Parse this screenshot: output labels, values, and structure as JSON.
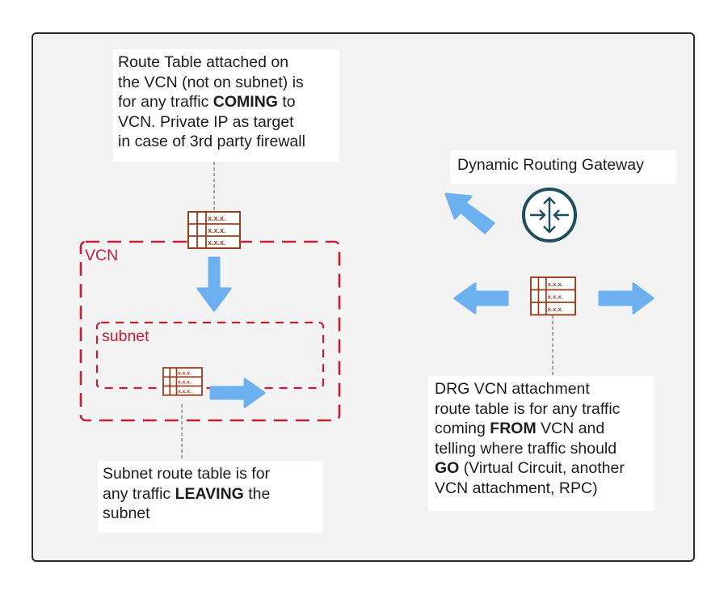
{
  "notes": {
    "vcn_route_table": {
      "line1": "Route Table attached on",
      "line2": "the VCN (not on subnet) is",
      "line3_pre": "for any traffic ",
      "line3_bold": "COMING",
      "line3_post": " to",
      "line4": "VCN. Private IP as target",
      "line5": "in case of 3rd party firewall"
    },
    "drg_title": "Dynamic Routing Gateway",
    "subnet_route_table": {
      "line1": "Subnet route table is for",
      "line2_pre": "any traffic ",
      "line2_bold": "LEAVING",
      "line2_post": " the",
      "line3": "subnet"
    },
    "drg_attachment": {
      "line1": "DRG VCN attachment",
      "line2": "route table is for any traffic",
      "line3_pre": "coming ",
      "line3_bold": "FROM",
      "line3_post": " VCN and",
      "line4": "telling  where traffic should",
      "line5_bold": "GO",
      "line5_post": " (Virtual Circuit, another",
      "line6": "VCN attachment, RPC)"
    }
  },
  "regions": {
    "vcn_label": "VCN",
    "subnet_label": "subnet"
  },
  "route_table_rows": [
    "x.x.x.",
    "x.x.x.",
    "x.x.x."
  ],
  "icons": {
    "route_table": "route-table-icon",
    "router": "router-icon",
    "arrow": "arrow-icon"
  },
  "colors": {
    "region_border": "#c32033",
    "arrow": "#6cb0f0",
    "router": "#1f4e5c",
    "route_table": "#9a3d1e",
    "panel_bg": "#f4f3f3"
  }
}
